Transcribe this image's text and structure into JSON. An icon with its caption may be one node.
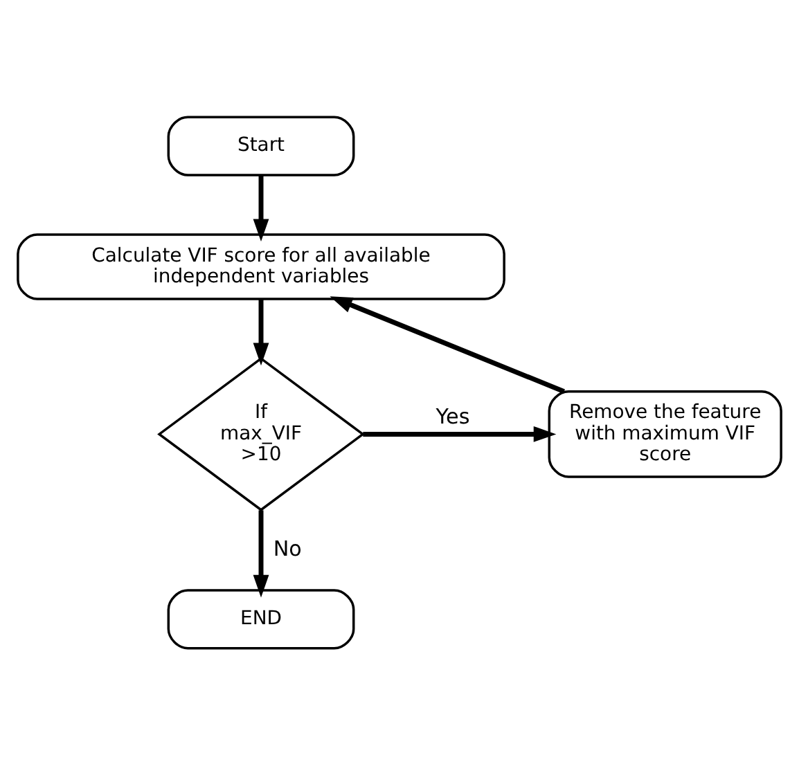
{
  "diagram": {
    "nodes": [
      {
        "text": [
          "Start"
        ]
      },
      {
        "text": [
          "Calculate VIF score for all available independent variables"
        ]
      },
      {
        "text": [
          "If max_VIF >10"
        ]
      },
      {
        "text": [
          "Remove the feature with maximum VIF score"
        ]
      },
      {
        "text": [
          "END"
        ]
      }
    ],
    "edges": [
      {
        "from": 0,
        "to": 1,
        "arrow": "to"
      },
      {
        "from": 1,
        "to": 2,
        "arrow": "to"
      },
      {
        "from": 2,
        "to": 3,
        "arrow": "to",
        "label": "Yes"
      },
      {
        "from": 3,
        "to": 1,
        "arrow": "to"
      },
      {
        "from": 2,
        "to": 4,
        "arrow": "to",
        "label": "No"
      }
    ]
  }
}
